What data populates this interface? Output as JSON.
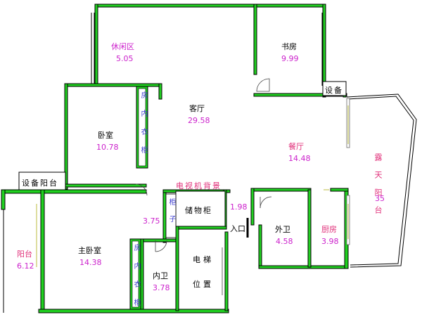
{
  "rooms": {
    "leisure": {
      "name": "休闲区",
      "area": "5.05"
    },
    "study": {
      "name": "书房",
      "area": "9.99"
    },
    "equip_top": {
      "name": "设备"
    },
    "living": {
      "name": "客厅",
      "area": "29.58"
    },
    "bedroom": {
      "name": "卧室",
      "area": "10.78"
    },
    "wardrobe1": {
      "name": "房内衣柜"
    },
    "dining": {
      "name": "餐厅",
      "area": "14.48"
    },
    "terrace": {
      "name": "露天阳台",
      "area": "35"
    },
    "equip_balcony": {
      "name": "设备阳台"
    },
    "tv_wall": {
      "name": "电视机背景"
    },
    "storage": {
      "name": "储物柜"
    },
    "cabinet": {
      "name": "柜子"
    },
    "entry_area": {
      "area": "1.98"
    },
    "entry": {
      "name": "入口"
    },
    "outer_bath": {
      "name": "外卫",
      "area": "4.58"
    },
    "kitchen": {
      "name": "厨房",
      "area": "3.98"
    },
    "balcony": {
      "name": "阳台",
      "area": "6.12"
    },
    "master": {
      "name": "主卧室",
      "area": "14.38"
    },
    "wardrobe2": {
      "name": "房内衣柜"
    },
    "corridor": {
      "area": "3.75"
    },
    "inner_bath": {
      "name": "内卫",
      "area": "3.78"
    },
    "elevator": {
      "name1": "电梯",
      "name2": "位置"
    }
  },
  "colors": {
    "wall": "#20d020",
    "area_text": "#cc22cc",
    "label_text": "#e0307a",
    "blue_text": "#4040d0"
  }
}
